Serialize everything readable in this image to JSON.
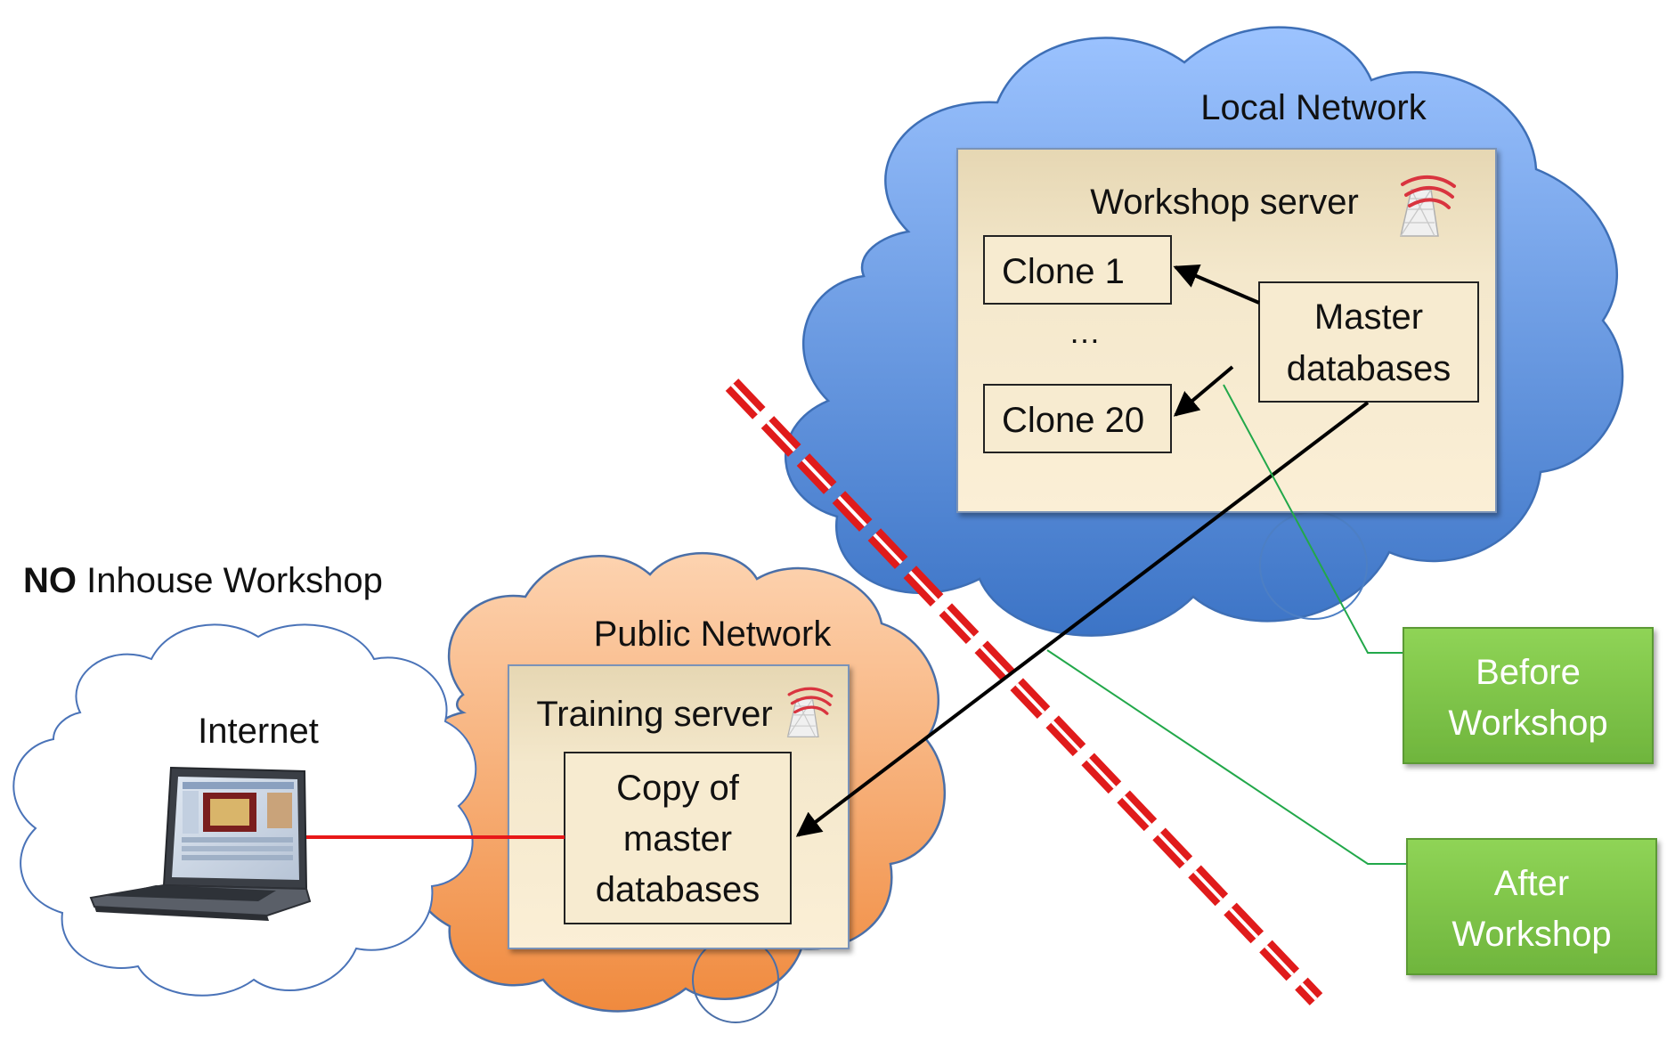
{
  "heading": {
    "bold": "NO",
    "rest": " Inhouse Workshop"
  },
  "local_network": {
    "label": "Local Network",
    "workshop_server": {
      "label": "Workshop server",
      "clone_first": "Clone 1",
      "ellipsis": "…",
      "clone_last": "Clone 20",
      "master_line1": "Master",
      "master_line2": "databases"
    }
  },
  "public_network": {
    "label": "Public Network",
    "training_server": {
      "label": "Training server",
      "copy_line1": "Copy of",
      "copy_line2": "master",
      "copy_line3": "databases"
    }
  },
  "internet": {
    "label": "Internet"
  },
  "phases": {
    "before_line1": "Before",
    "before_line2": "Workshop",
    "after_line1": "After",
    "after_line2": "Workshop"
  },
  "icons": {
    "server_icon": "sql-server-icon",
    "laptop": "laptop-icon"
  },
  "colors": {
    "local_cloud_top": "#93bdfb",
    "local_cloud_bottom": "#3f77c9",
    "public_cloud_top": "#fccba4",
    "public_cloud_bottom": "#f28e44",
    "server_box": "#f5e9cb",
    "phase_box": "#7ec44a",
    "firewall": "#e21c1c",
    "leader_line": "#22a84a",
    "connection": "#e81818"
  }
}
